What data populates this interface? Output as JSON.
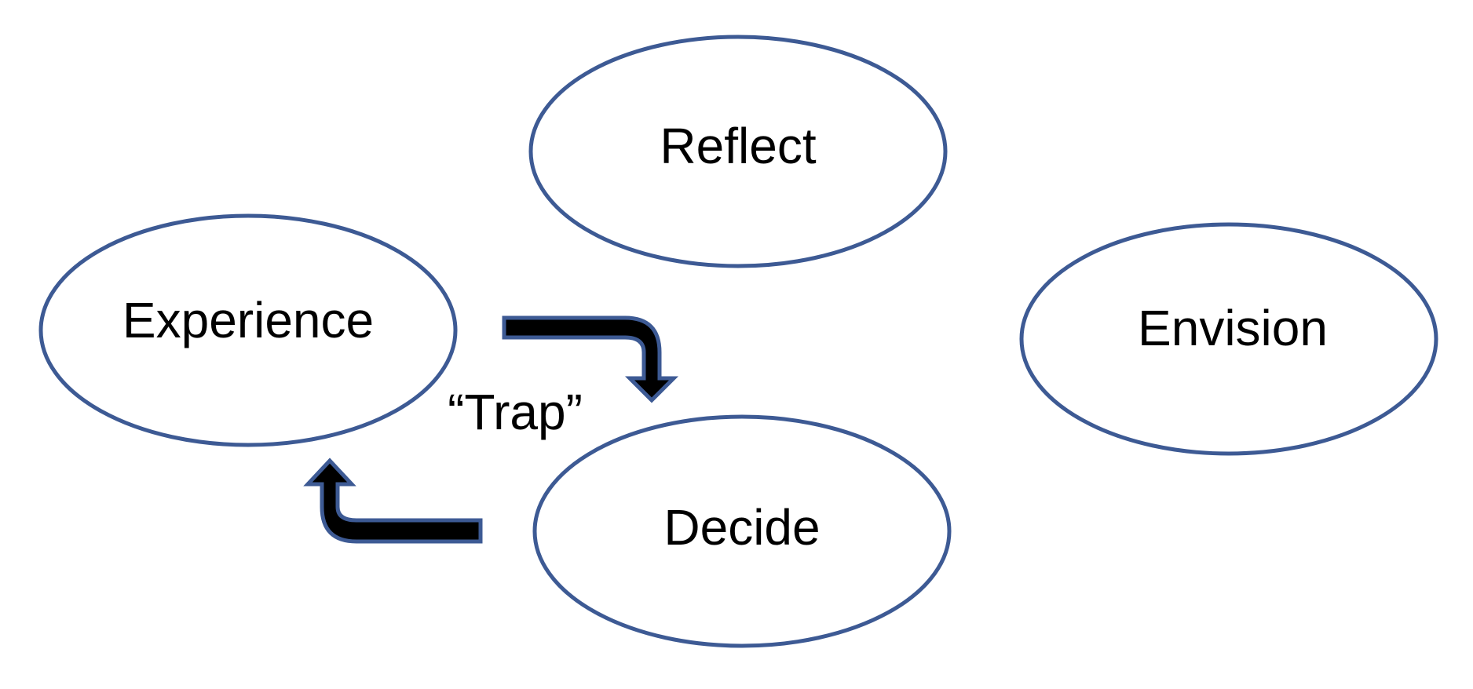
{
  "nodes": {
    "reflect": "Reflect",
    "experience": "Experience",
    "envision": "Envision",
    "decide": "Decide"
  },
  "trap_label": "“Trap”",
  "colors": {
    "node_outline": "#3d5a94",
    "arrow_fill": "#000000",
    "arrow_outline": "#3d5a94"
  }
}
